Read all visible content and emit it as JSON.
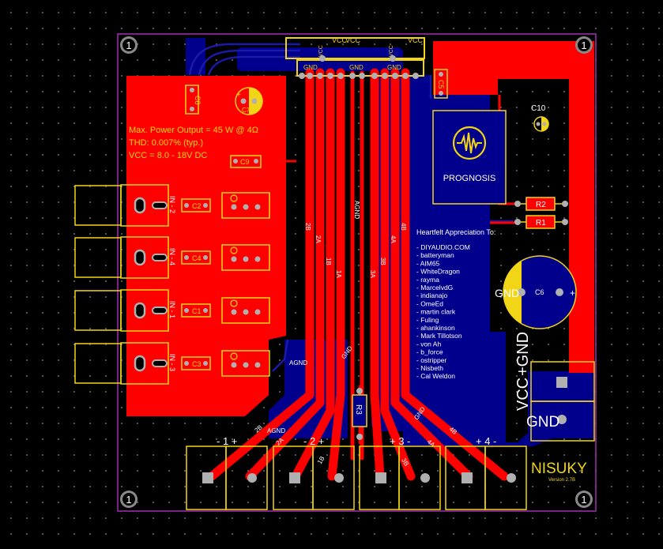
{
  "board": {
    "spec_power": "Max. Power Output = 45 W @ 4Ω",
    "spec_thd": "THD: 0.007% (typ.)",
    "spec_vcc": "VCC = 8.0 - 18V DC",
    "logo_text": "PROGNOSIS",
    "brand": "NISUKY",
    "version": "Version 2.7B",
    "appreciation_title": "Heartfelt Appreciation To:",
    "appreciation_names": [
      "- DIYAUDIO.COM",
      "- batteryman",
      "- AIM65",
      "- WhiteDragon",
      "- rayma",
      "- MarcelvdG",
      "- indianajo",
      "- OmeEd",
      "- martin clark",
      "- Fuling",
      "- ahankinson",
      "- Mark Tillotson",
      "- von Ah",
      "- b_force",
      "- ostripper",
      "- Nisbeth",
      "- Cal Weldon"
    ],
    "mount_hole": "1",
    "header_vcc_left": "VCC",
    "header_vcc_center": "VCC",
    "header_vcc_right": "VCC",
    "header_gnd_left": "GND",
    "header_gnd_center": "GND",
    "header_gnd_right": "GND",
    "header_vcc_vert_left": "VCC",
    "header_vcc_vert_right": "VCC",
    "agnd": "AGND",
    "gnd": "GND",
    "power_vcc": "VCC",
    "power_plus_gnd": "+GND",
    "power_gnd": "GND",
    "plus": "+",
    "minus": "-",
    "inputs": [
      "IN - 2",
      "IN - 4",
      "IN - 1",
      "IN - 3"
    ],
    "input_caps": [
      "C2",
      "C4",
      "C1",
      "C3"
    ],
    "caps": {
      "c5": "C5",
      "c6": "C6",
      "c7": "C7",
      "c8": "C8",
      "c9": "C9",
      "c10": "C10"
    },
    "resistors": {
      "r1": "R1",
      "r2": "R2",
      "r3": "R3"
    },
    "outputs": [
      "- 1 +",
      "- 2 +",
      "+ 3 -",
      "+ 4 -"
    ],
    "trace_labels": {
      "t2b": "2B",
      "t2a": "2A",
      "t1b": "1B",
      "t1a": "1A",
      "t3a": "3A",
      "t3b": "3B",
      "t4a": "4A",
      "t4b": "4B"
    }
  },
  "colors": {
    "background": "#000000",
    "board_outline": "#a22eb2",
    "top_copper": "#ff0000",
    "bottom_copper": "#00008c",
    "silkscreen": "#f2d516",
    "pad": "#b0b0b0"
  }
}
